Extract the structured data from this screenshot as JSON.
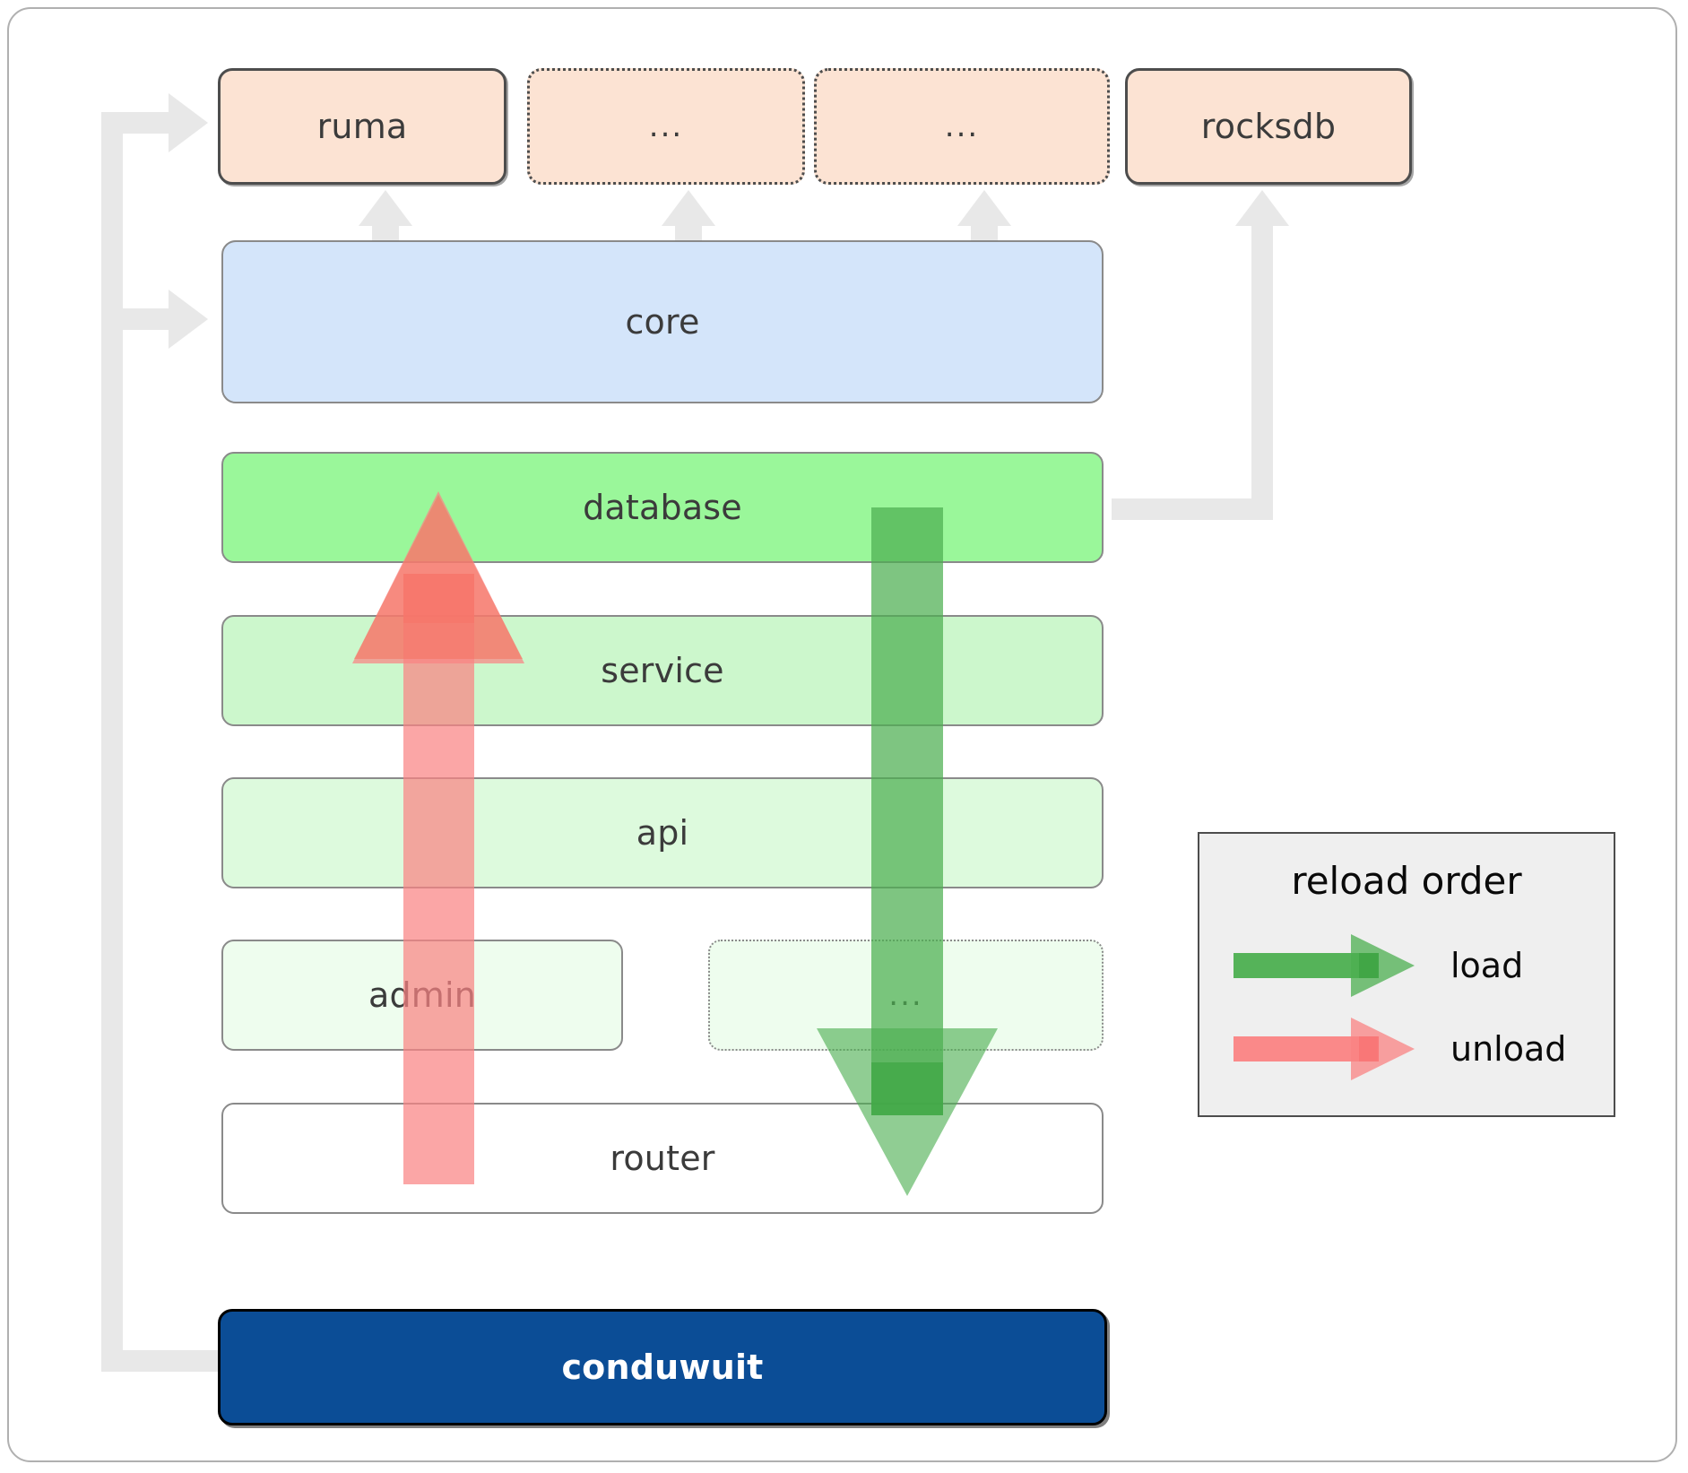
{
  "diagram": {
    "title_hidden": "",
    "dependencies": [
      {
        "label": "ruma",
        "style": "solid"
      },
      {
        "label": "...",
        "style": "dotted"
      },
      {
        "label": "...",
        "style": "dotted"
      },
      {
        "label": "rocksdb",
        "style": "solid"
      }
    ],
    "core": {
      "label": "core"
    },
    "layers": [
      {
        "label": "database"
      },
      {
        "label": "service"
      },
      {
        "label": "api"
      }
    ],
    "leaf_row": [
      {
        "label": "admin",
        "style": "solid"
      },
      {
        "label": "...",
        "style": "dotted"
      }
    ],
    "router": {
      "label": "router"
    },
    "root": {
      "label": "conduwuit"
    }
  },
  "legend": {
    "title": "reload order",
    "entries": [
      {
        "label": "load",
        "color": "#4caf50",
        "direction": "down"
      },
      {
        "label": "unload",
        "color": "#fa8383",
        "direction": "up"
      }
    ]
  },
  "colors": {
    "dependency_fill": "#fce3d3",
    "core_fill": "#d4e5fa",
    "database_fill": "#9af79a",
    "service_fill": "#ccf7cc",
    "api_fill": "#ddfadd",
    "leaf_fill": "#eefdee",
    "router_fill": "#ffffff",
    "root_fill": "#0b4d96",
    "root_text": "#ffffff",
    "connector": "#e8e8e8",
    "load_arrow": "#4caf50",
    "unload_arrow": "#fa8383",
    "legend_bg": "#efefef",
    "border": "#8a8a8a",
    "text": "#3b3b3b"
  }
}
